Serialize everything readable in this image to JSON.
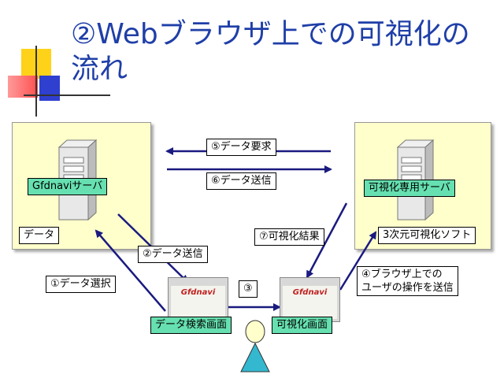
{
  "title": {
    "line1": "②Webブラウザ上での可視化の",
    "line2": "流れ"
  },
  "left_panel": {
    "server_label": "Gfdnaviサーバ",
    "data_label": "データ"
  },
  "right_panel": {
    "server_label": "可視化専用サーバ",
    "software_label": "3次元可視化ソフト"
  },
  "arrows": {
    "step5": "⑤データ要求",
    "step6": "⑥データ送信",
    "step7": "⑦可視化結果",
    "step2": "②データ送信",
    "step1": "①データ選択",
    "step3": "③",
    "step4_line1": "④ブラウザ上での",
    "step4_line2": "ユーザの操作を送信"
  },
  "screens": {
    "search_label": "データ検索画面",
    "viz_label": "可視化画面",
    "logo": "Gfdnavi"
  },
  "colors": {
    "title": "#1f3fa8",
    "arrow": "#1a1a80",
    "panel": "#ffffcc",
    "green_label": "#66e0b0",
    "user": "#33b8d0"
  }
}
